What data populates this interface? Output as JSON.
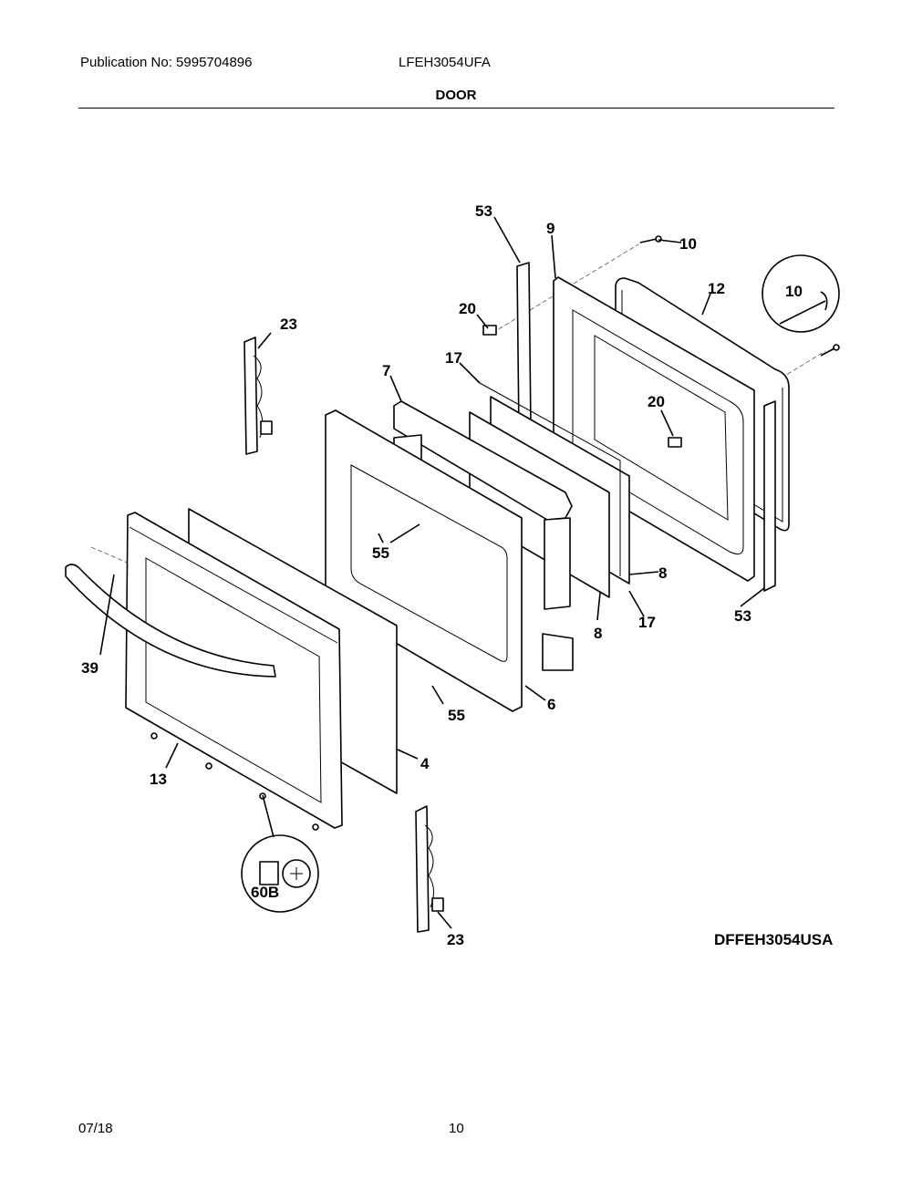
{
  "header": {
    "publication": "Publication No: 5995704896",
    "model": "LFEH3054UFA",
    "section_title": "DOOR"
  },
  "diagram": {
    "diagram_id": "DFFEH3054USA",
    "callouts": [
      "53",
      "9",
      "10",
      "12",
      "10",
      "20",
      "23",
      "7",
      "17",
      "20",
      "55",
      "8",
      "39",
      "53",
      "17",
      "8",
      "6",
      "55",
      "4",
      "13",
      "60B",
      "23"
    ]
  },
  "footer": {
    "date": "07/18",
    "page_number": "10"
  }
}
